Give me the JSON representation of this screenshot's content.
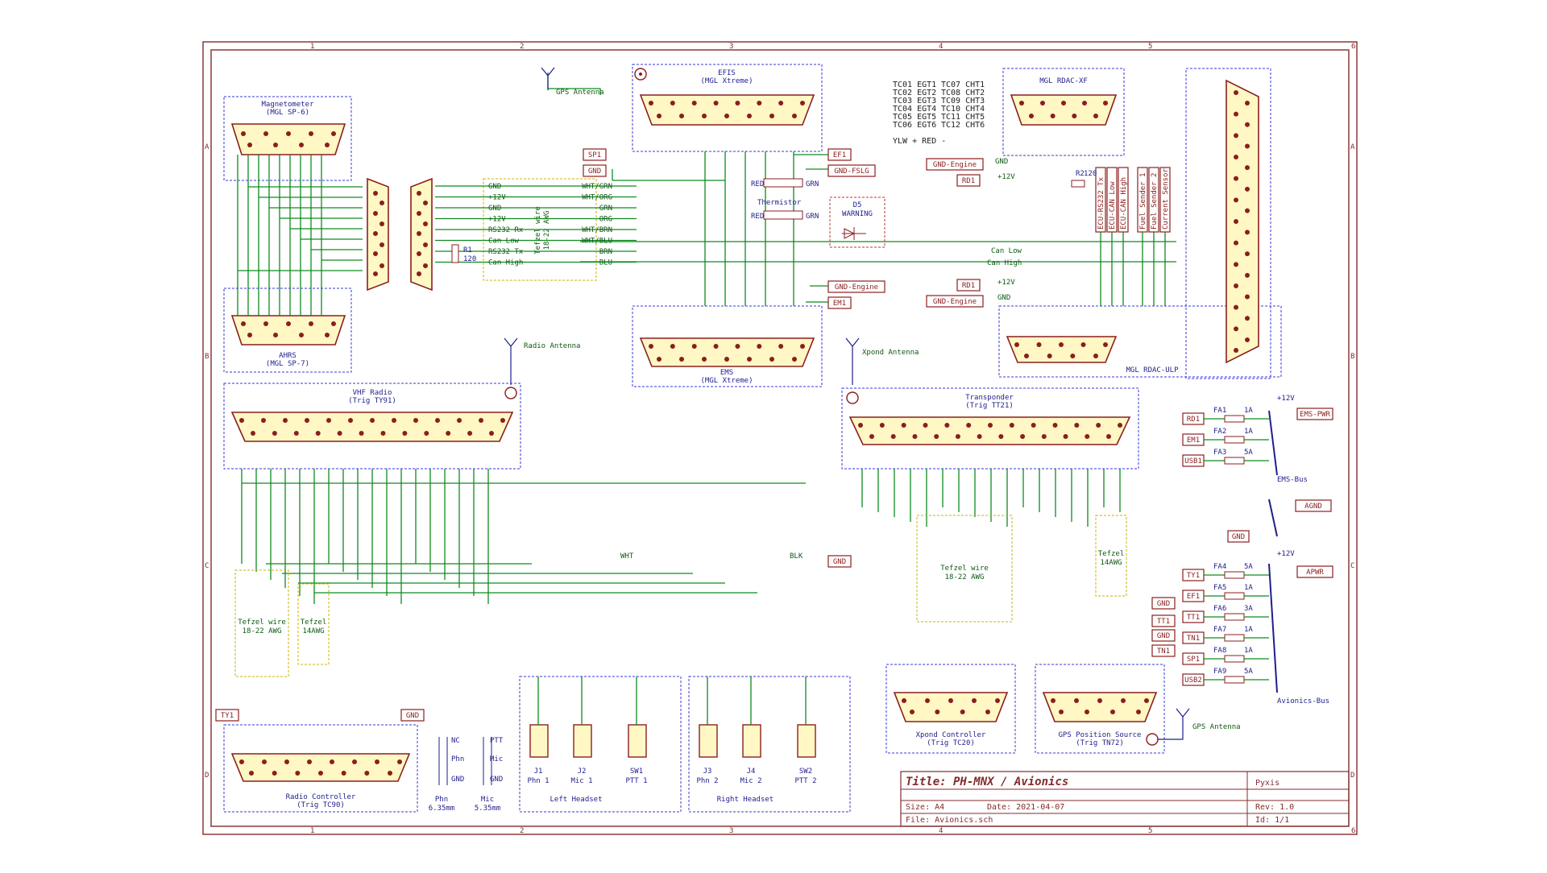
{
  "frame": {
    "col_markers": [
      "1",
      "2",
      "3",
      "4",
      "5",
      "6"
    ],
    "row_markers": [
      "A",
      "B",
      "C",
      "D"
    ]
  },
  "title_block": {
    "title": "Title: PH-MNX / Avionics",
    "company": "Pyxis",
    "size": "Size: A4",
    "date": "Date: 2021-04-07",
    "rev": "Rev: 1.0",
    "file": "File: Avionics.sch",
    "id": "Id: 1/1"
  },
  "components": {
    "magnetometer": {
      "name": "Magnetometer",
      "model": "(MGL SP-6)"
    },
    "ahrs": {
      "name": "AHRS",
      "model": "(MGL SP-7)"
    },
    "efis": {
      "name": "EFIS",
      "model": "(MGL Xtreme)"
    },
    "ems": {
      "name": "EMS",
      "model": "(MGL Xtreme)"
    },
    "rdac_xf": {
      "name": "MGL RDAC-XF"
    },
    "rdac_ulp": {
      "name": "MGL RDAC-ULP"
    },
    "vhf_radio": {
      "name": "VHF Radio",
      "model": "(Trig TY91)"
    },
    "transponder": {
      "name": "Transponder",
      "model": "(Trig TT21)"
    },
    "radio_controller": {
      "name": "Radio Controller",
      "model": "(Trig TC90)"
    },
    "xpond_controller": {
      "name": "Xpond Controller",
      "model": "(Trig TC20)"
    },
    "gps_source": {
      "name": "GPS Position Source",
      "model": "(Trig TN72)"
    },
    "thermistor": "Thermistor",
    "warning_led": {
      "ref": "D5",
      "label": "WARNING"
    },
    "left_headset": "Left Headset",
    "right_headset": "Right Headset",
    "ems_bus": "EMS-Bus",
    "avionics_bus": "Avionics-Bus",
    "plus12v": "+12V"
  },
  "antennas": {
    "gps_top": "GPS Antenna",
    "radio": "Radio Antenna",
    "xpond": "Xpond Antenna",
    "gps_bottom": "GPS Antenna"
  },
  "thermocouples": {
    "col1": [
      "TC01 EGT1",
      "TC02 EGT2",
      "TC03 EGT3",
      "TC04 EGT4",
      "TC05 EGT5",
      "TC06 EGT6"
    ],
    "col2": [
      "TC07 CHT1",
      "TC08 CHT2",
      "TC09 CHT3",
      "TC10 CHT4",
      "TC11 CHT5",
      "TC12 CHT6"
    ],
    "polarity": "YLW +        RED -"
  },
  "magnetometer_wire": {
    "label": "Tefzel wire\n18-22 AWG",
    "signals": [
      "GND",
      "+12V",
      "GND",
      "+12V",
      "RS232 Rx",
      "Can Low",
      "RS232 Tx",
      "Can High"
    ],
    "colors": [
      "WHT/GRN",
      "WHT/ORG",
      "GRN",
      "ORG",
      "WHT/BRN",
      "WHT/BLU",
      "BRN",
      "BLU"
    ],
    "resistor_ref": "R1",
    "resistor_val": "120"
  },
  "rdac_wire": {
    "resistor_ref": "R2",
    "resistor_val": "120",
    "can_low": "Can Low",
    "can_high": "Can High",
    "gnd": "GND",
    "plus12": "+12V",
    "rdac_labels": [
      "ECU-RS232 Tx",
      "ECU-CAN Low",
      "ECU-CAN High",
      "Fuel Sender 1",
      "Fuel Sender 2",
      "Current Sensor"
    ]
  },
  "headset": {
    "jacks": [
      {
        "ref": "J1",
        "label": "Phn 1"
      },
      {
        "ref": "J2",
        "label": "Mic 1"
      },
      {
        "ref": "SW1",
        "label": "PTT 1"
      },
      {
        "ref": "J3",
        "label": "Phn 2"
      },
      {
        "ref": "J4",
        "label": "Mic 2"
      },
      {
        "ref": "SW2",
        "label": "PTT 2"
      }
    ],
    "legend_phn": "Phn\n6.35mm",
    "legend_mic": "Mic\n5.35mm",
    "legend_nc": "NC",
    "legend_ptt": "PTT",
    "legend_phn_lbl": "Phn",
    "legend_mic_lbl": "Mic",
    "legend_gnd1": "GND",
    "legend_gnd2": "GND"
  },
  "fuses": {
    "ems": [
      {
        "src": "RD1",
        "ref": "FA1",
        "val": "1A"
      },
      {
        "src": "EM1",
        "ref": "FA2",
        "val": "1A"
      },
      {
        "src": "USB1",
        "ref": "FA3",
        "val": "5A"
      }
    ],
    "avionics": [
      {
        "src": "TY1",
        "ref": "FA4",
        "val": "5A"
      },
      {
        "src": "EF1",
        "ref": "FA5",
        "val": "1A"
      },
      {
        "src": "TT1",
        "ref": "FA6",
        "val": "3A"
      },
      {
        "src": "TN1",
        "ref": "FA7",
        "val": "1A"
      },
      {
        "src": "SP1",
        "ref": "FA8",
        "val": "1A"
      },
      {
        "src": "USB2",
        "ref": "FA9",
        "val": "5A"
      }
    ],
    "ems_pwr": "EMS-PWR",
    "agnd": "AGND",
    "gnd": "GND",
    "apwr": "APWR"
  },
  "labels": {
    "sp1": "SP1",
    "gnd": "GND",
    "ef1": "EF1",
    "gnd_fslg": "GND-FSLG",
    "gnd_engine": "GND-Engine",
    "em1": "EM1",
    "rd1": "RD1",
    "ty1": "TY1",
    "tt1": "TT1",
    "tn1": "TN1",
    "wht": "WHT",
    "blk": "BLK"
  },
  "tefzel_blocks": {
    "radio_wire": "Tefzel wire\n18-22 AWG",
    "radio_pwr": "Tefzel\n14AWG",
    "xpond_wire": "Tefzel wire\n18-22 AWG",
    "xpond_pwr": "Tefzel\n14AWG"
  }
}
